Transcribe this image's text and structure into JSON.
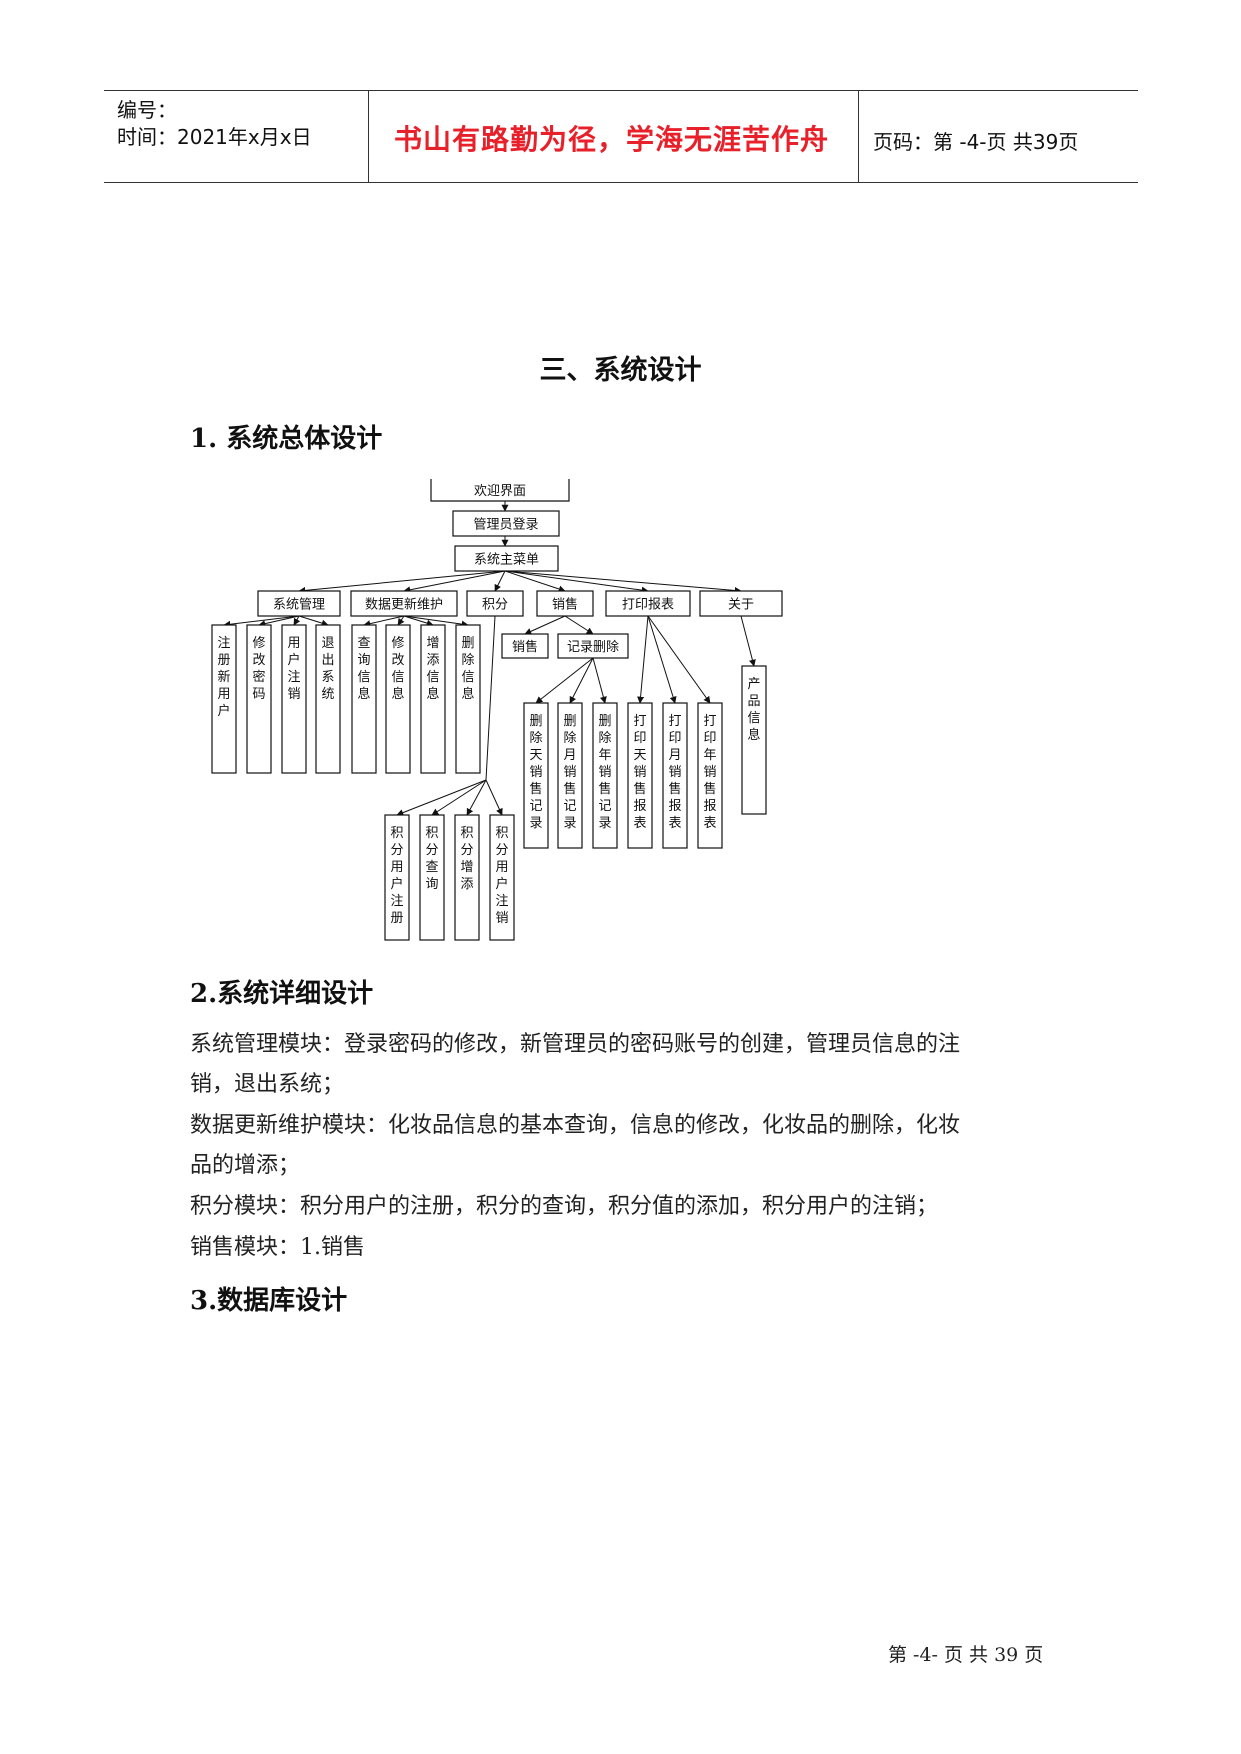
{
  "header": {
    "number_label": "编号：",
    "time_label": "时间：2021年x月x日",
    "motto": "书山有路勤为径，学海无涯苦作舟",
    "page_info": "页码：第 -4-页  共39页"
  },
  "title": "三、系统设计",
  "section1_heading": "1. 系统总体设计",
  "diagram": {
    "welcome": "欢迎界面",
    "login": "管理员登录",
    "main_menu": "系统主菜单",
    "sys_manage": "系统管理",
    "data_update": "数据更新维护",
    "points": "积分",
    "sales": "销售",
    "print_report": "打印报表",
    "about": "关于",
    "sys_children": [
      "注册新用户",
      "修改密码",
      "用户注销",
      "退出系统"
    ],
    "data_children": [
      "查询信息",
      "修改信息",
      "增添信息",
      "删除信息"
    ],
    "points_children": [
      "积分用户注册",
      "积分查询",
      "积分增添",
      "积分用户注销"
    ],
    "sales_sub": [
      "销售",
      "记录删除"
    ],
    "record_delete_children": [
      "删除天销售记录",
      "删除月销售记录",
      "删除年销售记录"
    ],
    "print_children": [
      "打印天销售报表",
      "打印月销售报表",
      "打印年销售报表"
    ],
    "about_children": [
      "产品信息"
    ]
  },
  "section2_heading": "2.系统详细设计",
  "section2_lines": [
    "系统管理模块：登录密码的修改，新管理员的密码账号的创建，管理员信息的注",
    "销，退出系统；",
    "数据更新维护模块：化妆品信息的基本查询，信息的修改，化妆品的删除，化妆",
    "品的增添；",
    "积分模块：积分用户的注册，积分的查询，积分值的添加，积分用户的注销；",
    "销售模块：1.销售"
  ],
  "section3_heading": "3.数据库设计",
  "footer": "第 -4- 页 共 39 页"
}
